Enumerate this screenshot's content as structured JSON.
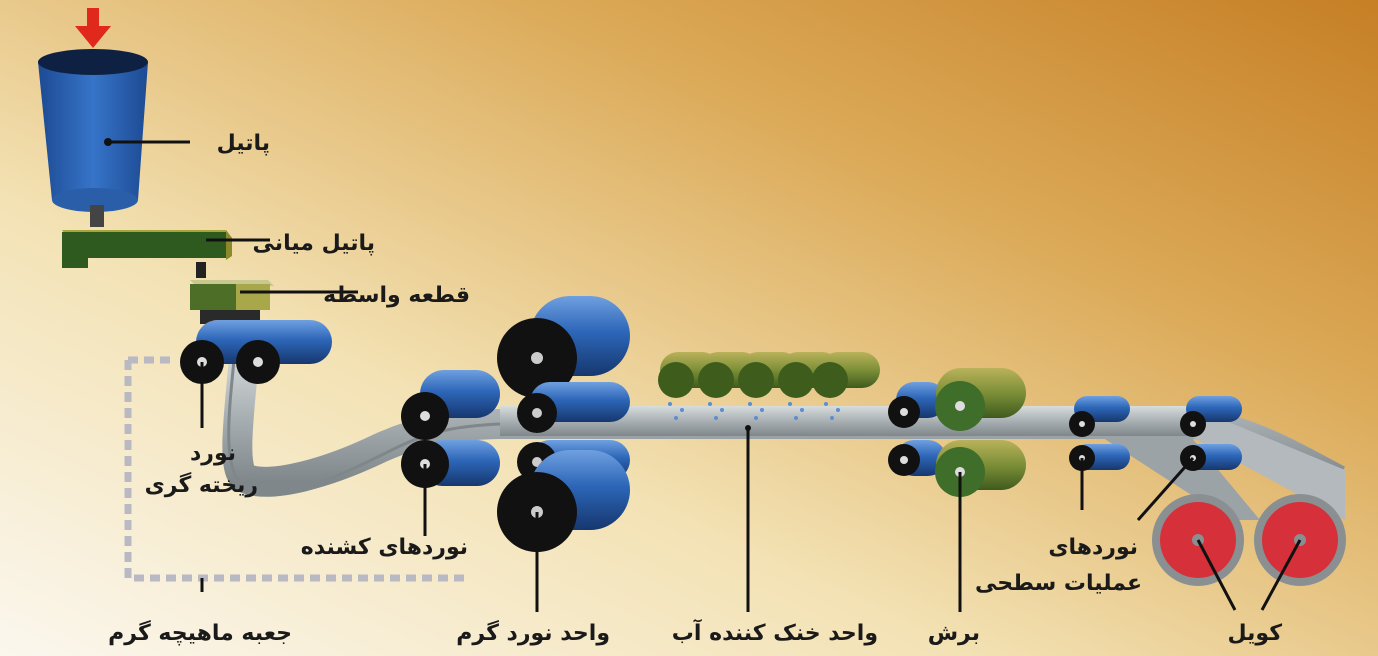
{
  "labels": {
    "ladle": "پاتیل",
    "tundish": "پاتیل میانی",
    "connector": "قطعه واسطه",
    "caster_line1": "نورد",
    "caster_line2": "ریخته گری",
    "pinch_rolls": "نوردهای کشنده",
    "hot_box": "جعبه ماهیچه گرم",
    "hot_rolling": "واحد نورد گرم",
    "cooling": "واحد خنک کننده آب",
    "shear": "برش",
    "finish_line1": "نوردهای",
    "finish_line2": "عملیات سطحی",
    "coil": "کویل"
  },
  "colors": {
    "ladle": "#2f63b3",
    "tundish": "#2f5a1f",
    "roll_blue": "#2d66b8",
    "roll_green": "#4a6f28",
    "coil_red": "#d6303a",
    "arrow_red": "#e0281c",
    "strip_gray": "#a9b0b3"
  }
}
